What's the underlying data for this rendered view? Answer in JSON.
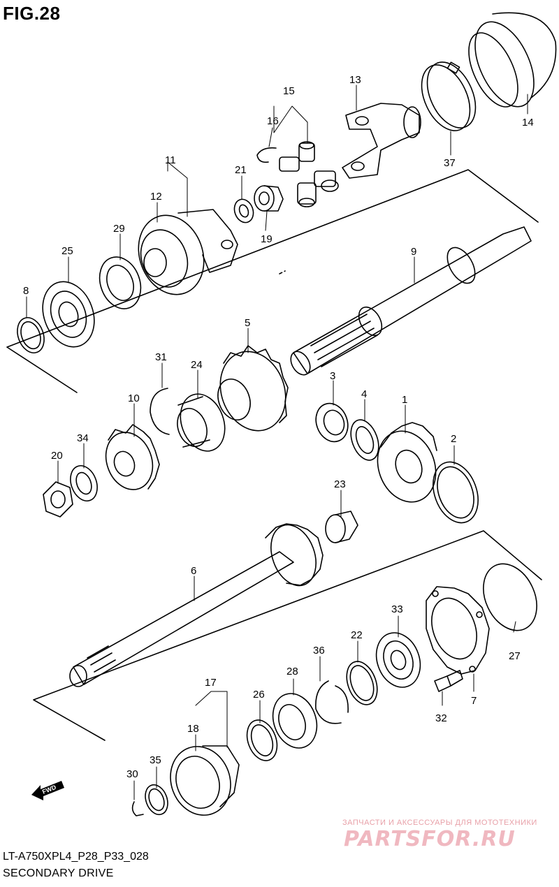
{
  "figure": {
    "title": "FIG.28",
    "model_code": "LT-A750XPL4_P28_P33_028",
    "section_name": "SECONDARY DRIVE"
  },
  "watermark": {
    "tagline": "ЗАПЧАСТИ И АКСЕССУАРЫ ДЛЯ МОТОТЕХНИКИ",
    "logo_text": "PARTSFOR.RU"
  },
  "direction_badge": {
    "label": "FWD"
  },
  "callouts": {
    "c1": "1",
    "c2": "2",
    "c3": "3",
    "c4": "4",
    "c5": "5",
    "c6": "6",
    "c7": "7",
    "c8": "8",
    "c9": "9",
    "c10": "10",
    "c11": "11",
    "c12": "12",
    "c13": "13",
    "c14": "14",
    "c15": "15",
    "c16": "16",
    "c17": "17",
    "c18": "18",
    "c19": "19",
    "c20": "20",
    "c21": "21",
    "c22": "22",
    "c23": "23",
    "c24": "24",
    "c25": "25",
    "c26": "26",
    "c27": "27",
    "c28": "28",
    "c29": "29",
    "c30": "30",
    "c31": "31",
    "c32": "32",
    "c33": "33",
    "c34": "34",
    "c35": "35",
    "c36": "36",
    "c37": "37"
  },
  "colors": {
    "line": "#000000",
    "watermark": "#f0b8c0"
  }
}
